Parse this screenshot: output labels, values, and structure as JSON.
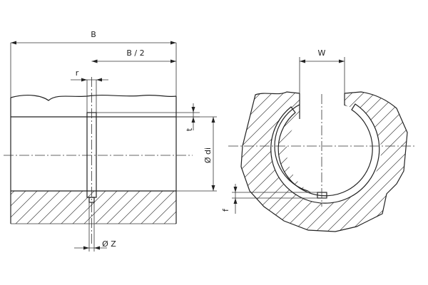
{
  "labels": {
    "B": "B",
    "B_half": "B / 2",
    "r": "r",
    "t": "t",
    "di": "Ø di",
    "Z": "Ø Z",
    "W": "W",
    "f": "f"
  },
  "colors": {
    "line": "#222222",
    "background": "#ffffff"
  }
}
